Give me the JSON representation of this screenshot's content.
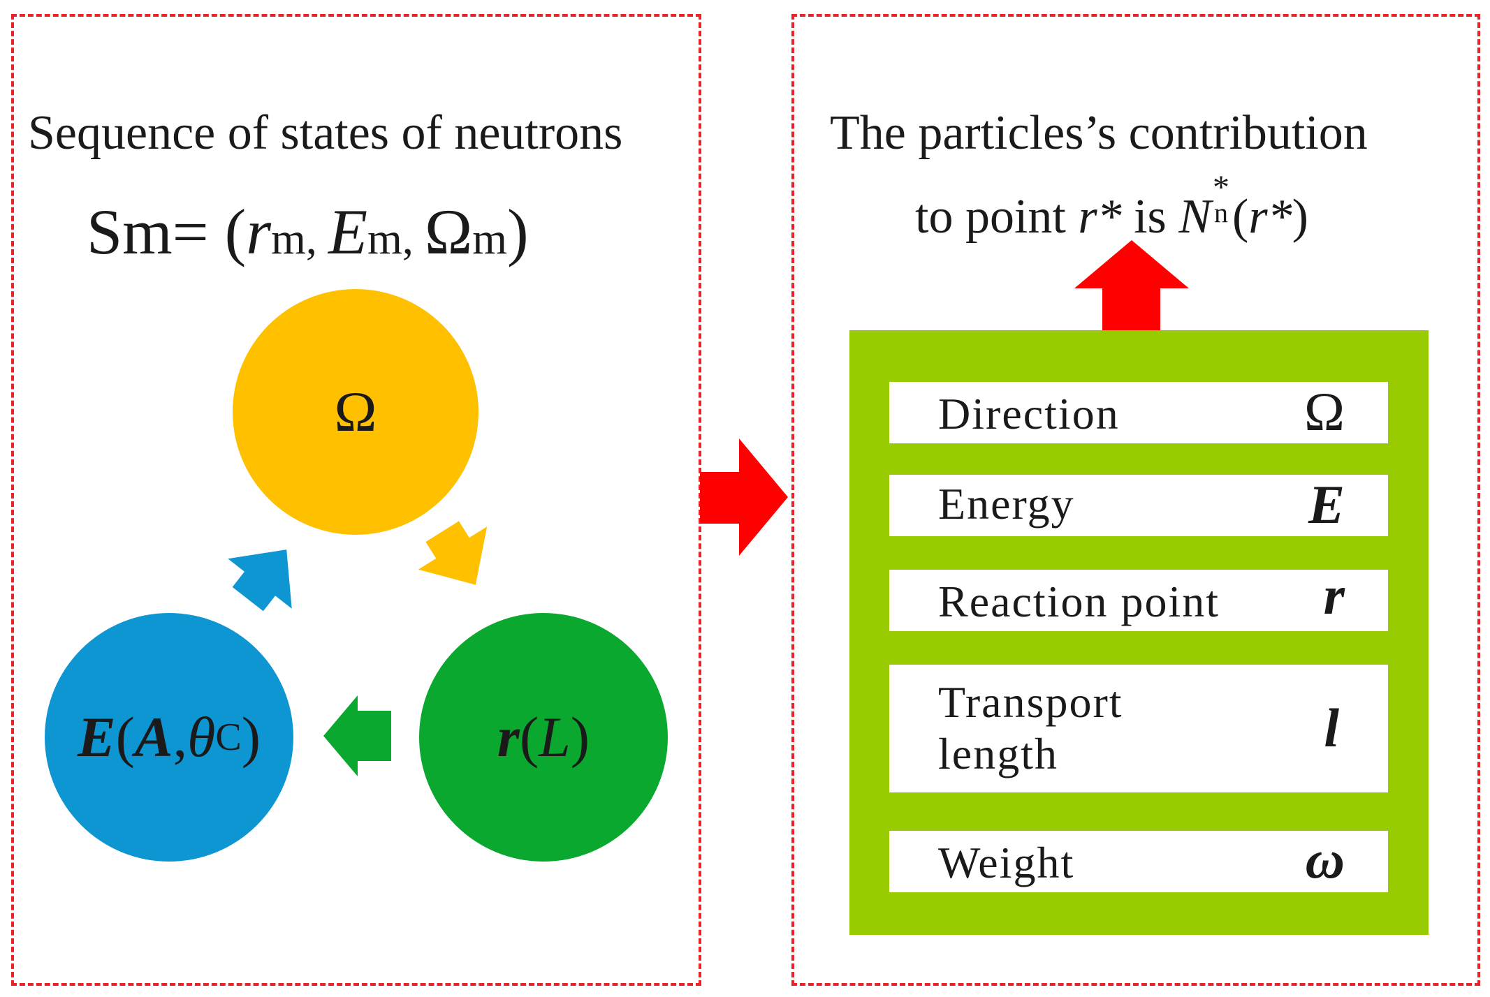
{
  "colors": {
    "panel_border": "#e8232a",
    "arrow_red": "#ff0000",
    "circle_omega": "#ffc000",
    "circle_energy": "#0e96d3",
    "circle_position": "#0aa82e",
    "arrow_orange": "#ffc000",
    "arrow_blue": "#0e96d3",
    "arrow_green": "#0aa82e",
    "attribute_box": "#99cc00"
  },
  "left_panel": {
    "title": "Sequence of states of neutrons",
    "formula": {
      "lhs": "Sm= (",
      "r": "r",
      "r_sub": "m, ",
      "e": "E",
      "e_sub": "m, ",
      "omega": "Ω",
      "omega_sub": "m",
      "close": ")"
    },
    "circles": {
      "omega": {
        "label": "Ω"
      },
      "energy": {
        "symbol": "E",
        "open": "(",
        "a": "A",
        "sep": ", ",
        "theta": "θ",
        "theta_sub": "C",
        "close": ")"
      },
      "position": {
        "symbol": "r",
        "open": "(",
        "l": "L",
        "close": ")"
      }
    }
  },
  "right_panel": {
    "title_line1": "The particles’s contribution",
    "title_line2": {
      "prefix": "to point ",
      "r_star": "r*",
      "mid": " is ",
      "n": "N",
      "n_sup": "*",
      "n_sub": "n",
      "paren_open": "(",
      "arg": "r*",
      "paren_close": ")"
    },
    "attributes": [
      {
        "label": "Direction",
        "symbol": "Ω"
      },
      {
        "label": "Energy",
        "symbol": "E"
      },
      {
        "label": "Reaction point",
        "symbol": "r"
      },
      {
        "label_line1": "Transport",
        "label_line2": "length",
        "symbol": "l"
      },
      {
        "label": "Weight",
        "symbol": "ω"
      }
    ]
  }
}
